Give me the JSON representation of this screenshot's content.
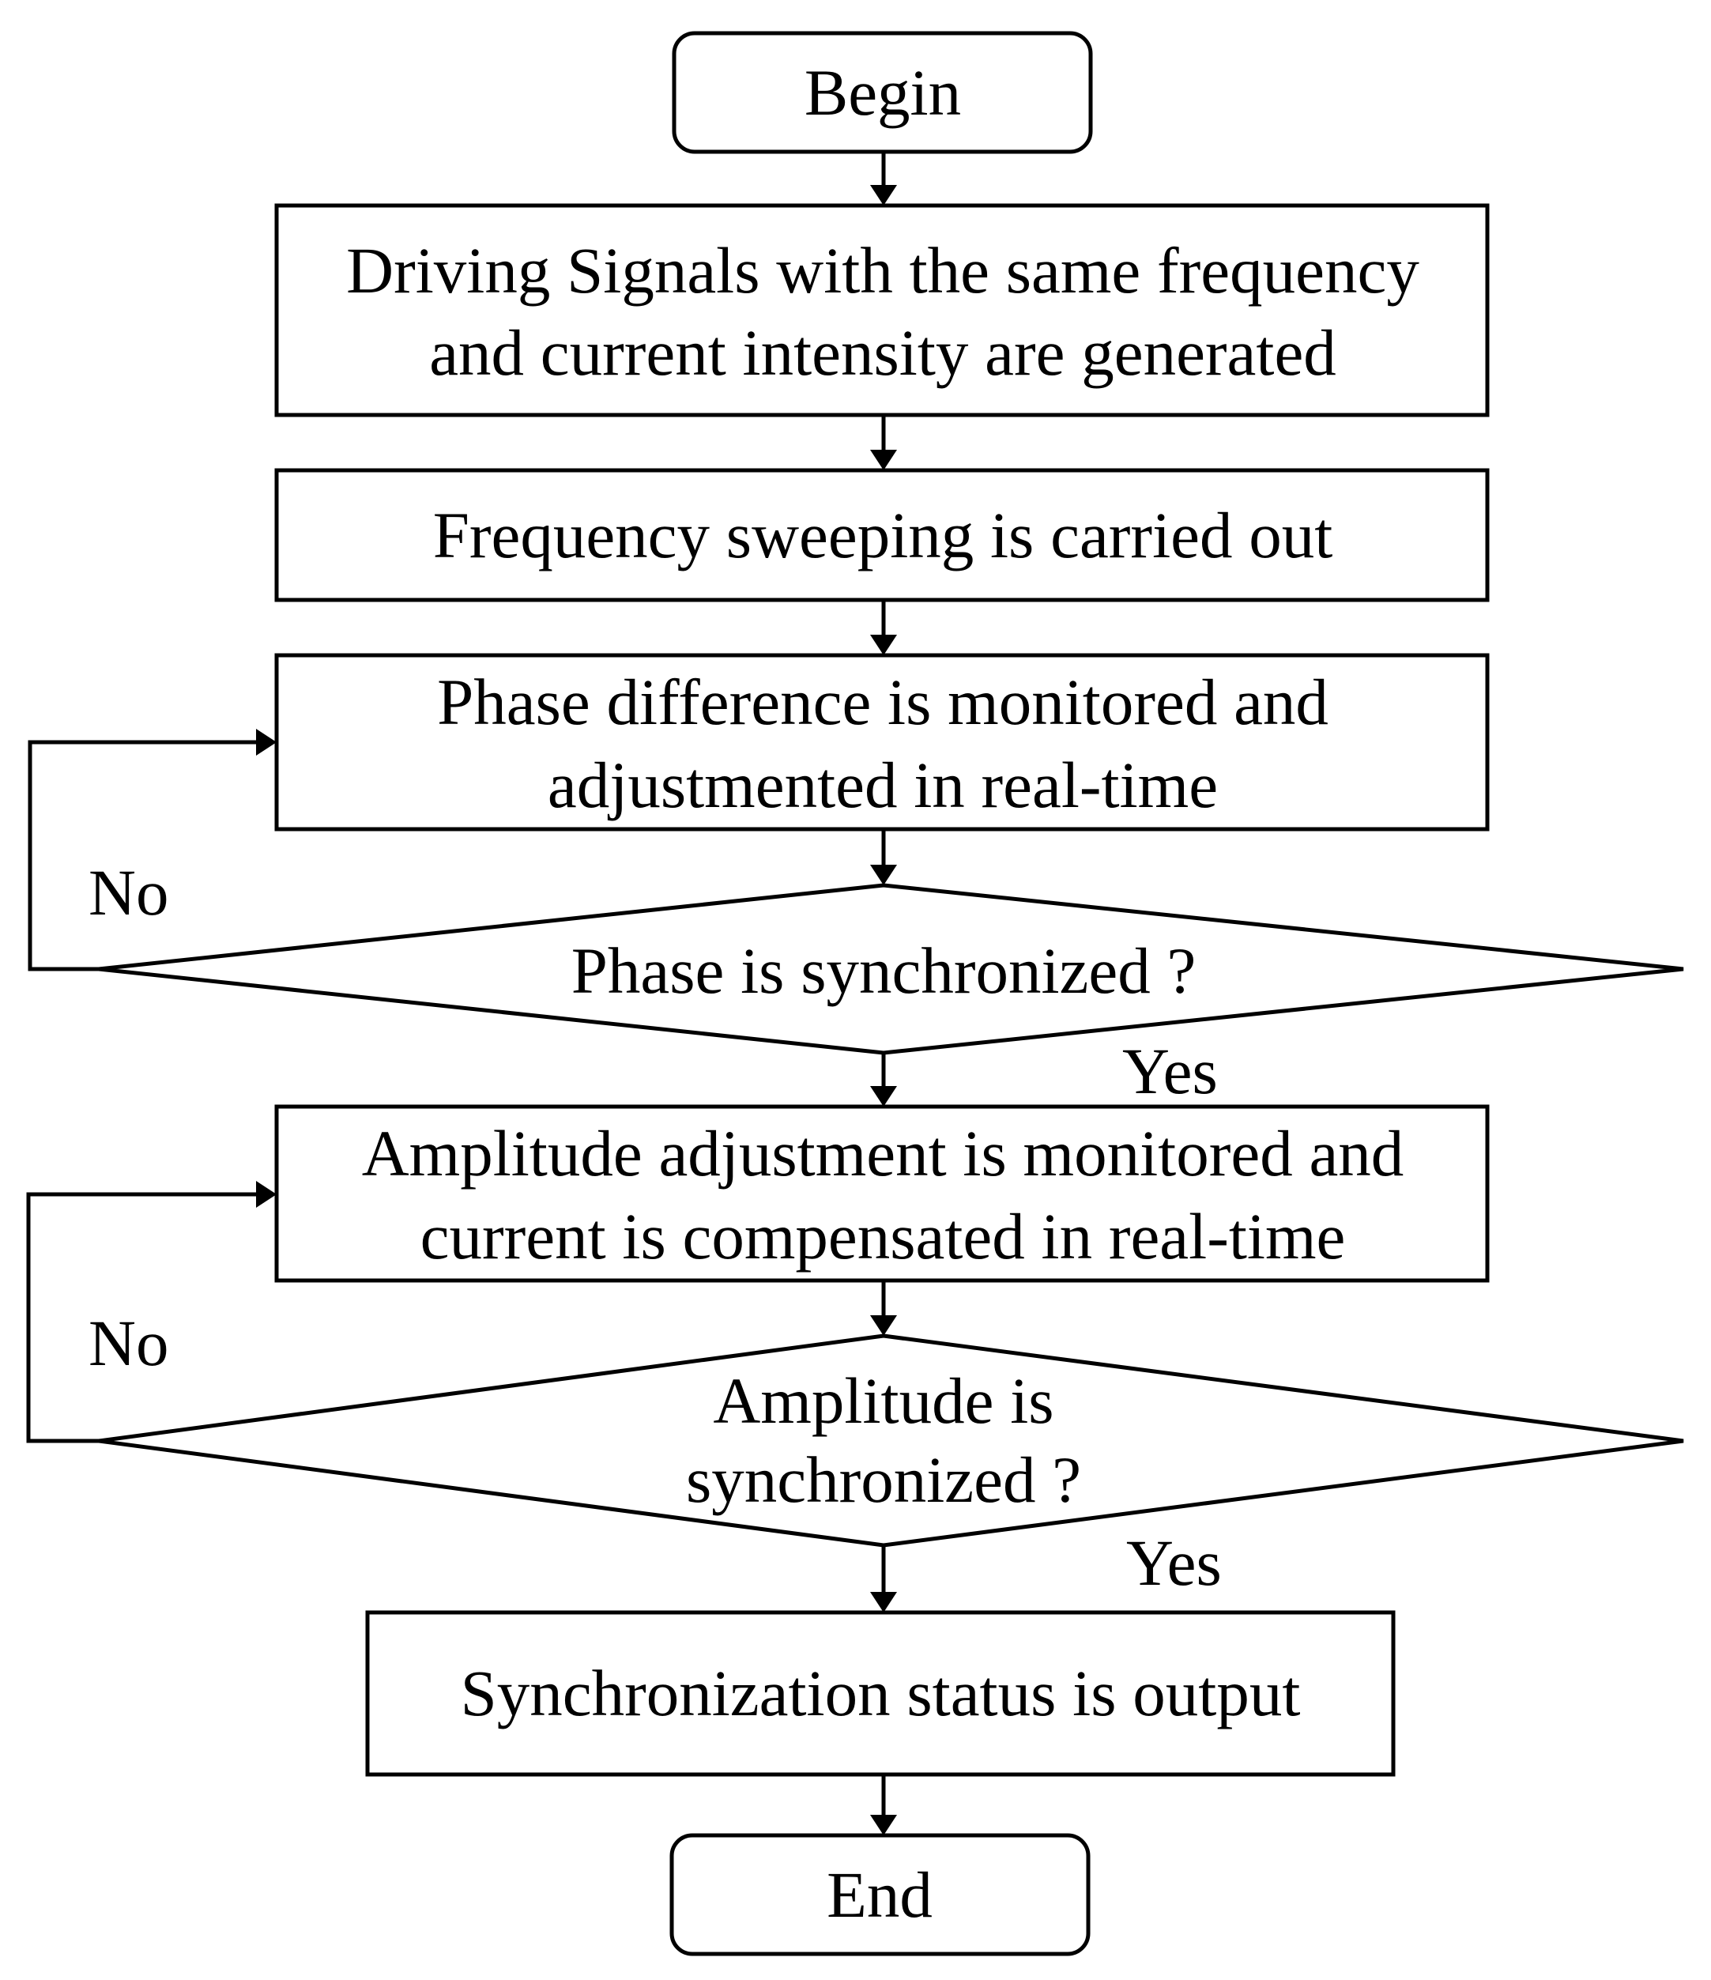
{
  "nodes": {
    "begin": {
      "label": "Begin"
    },
    "generate_signals": {
      "lines": [
        "Driving Signals with the same frequency",
        "and current intensity are generated"
      ]
    },
    "frequency_sweep": {
      "label": "Frequency sweeping is carried out"
    },
    "phase_monitor": {
      "lines": [
        "Phase difference is monitored and",
        "adjustmented in real-time"
      ]
    },
    "phase_decision": {
      "label": "Phase is synchronized ?"
    },
    "amplitude_monitor": {
      "lines": [
        "Amplitude adjustment is monitored and",
        "current is compensated in real-time"
      ]
    },
    "amplitude_decision": {
      "lines": [
        "Amplitude is",
        "synchronized ?"
      ]
    },
    "output_status": {
      "label": "Synchronization status is output"
    },
    "end": {
      "label": "End"
    }
  },
  "edges": {
    "phase_no": "No",
    "phase_yes": "Yes",
    "amplitude_no": "No",
    "amplitude_yes": "Yes"
  }
}
